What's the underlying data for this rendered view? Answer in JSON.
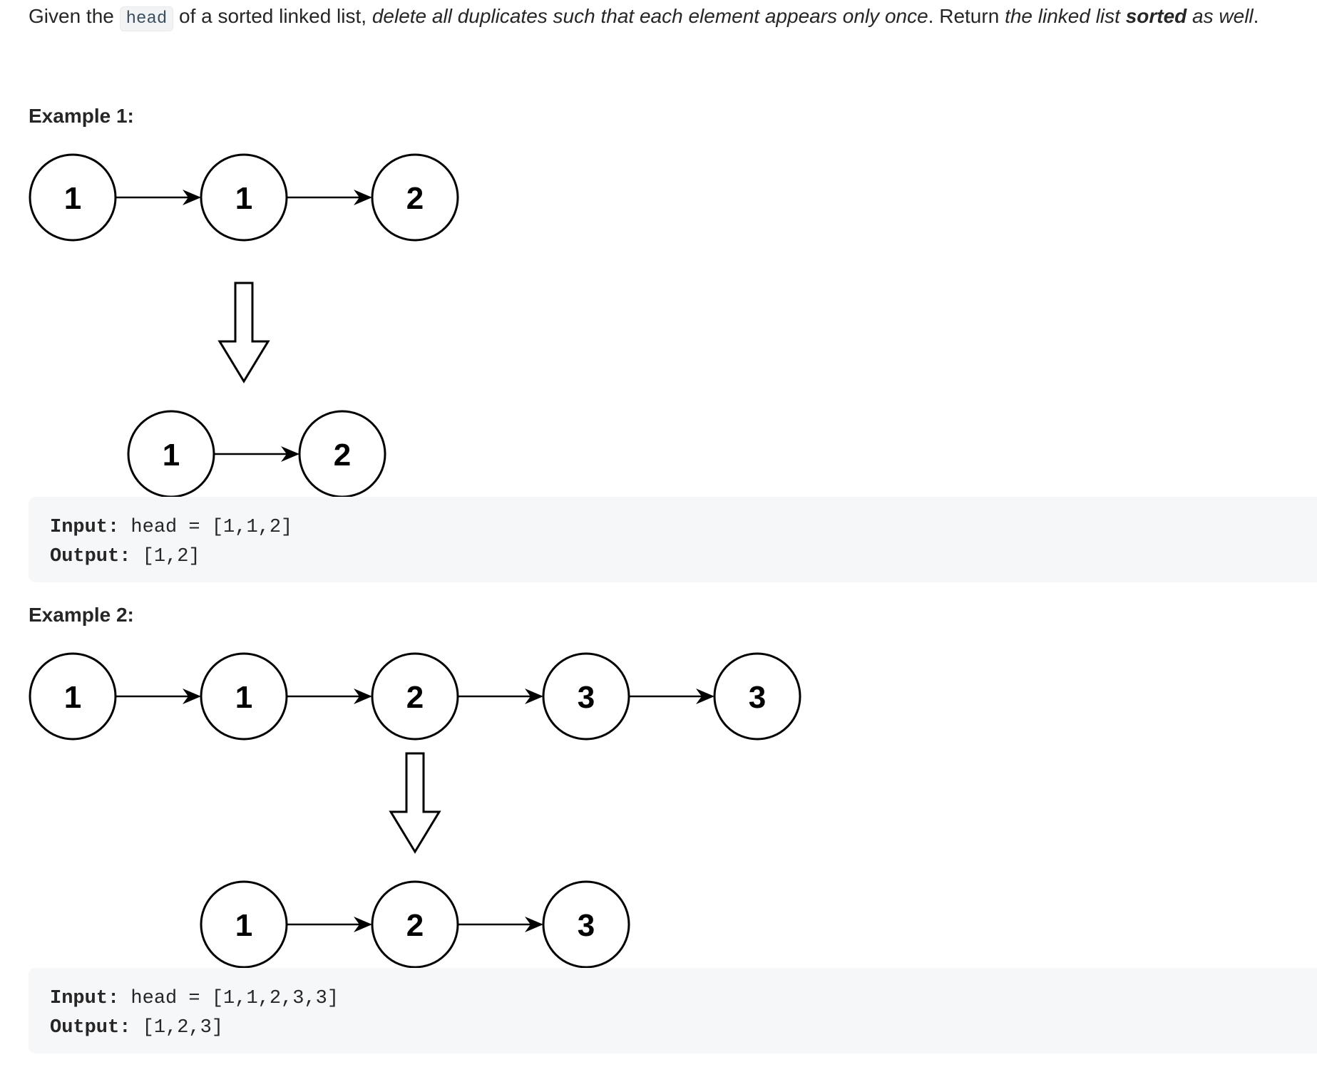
{
  "statement": {
    "part1": "Given the ",
    "code": "head",
    "part2": " of a sorted linked list, ",
    "italic1": "delete all duplicates such that each element appears only once",
    "part3": ". Return ",
    "italic2": "the linked list ",
    "bold": "sorted",
    "italic3": " as well",
    "part4": "."
  },
  "examples": [
    {
      "heading": "Example 1:",
      "before_list": [
        "1",
        "1",
        "2"
      ],
      "after_list": [
        "1",
        "2"
      ],
      "input_label": "Input:",
      "input_value": " head = [1,1,2]",
      "output_label": "Output:",
      "output_value": " [1,2]"
    },
    {
      "heading": "Example 2:",
      "before_list": [
        "1",
        "1",
        "2",
        "3",
        "3"
      ],
      "after_list": [
        "1",
        "2",
        "3"
      ],
      "input_label": "Input:",
      "input_value": " head = [1,1,2,3,3]",
      "output_label": "Output:",
      "output_value": " [1,2,3]"
    }
  ]
}
